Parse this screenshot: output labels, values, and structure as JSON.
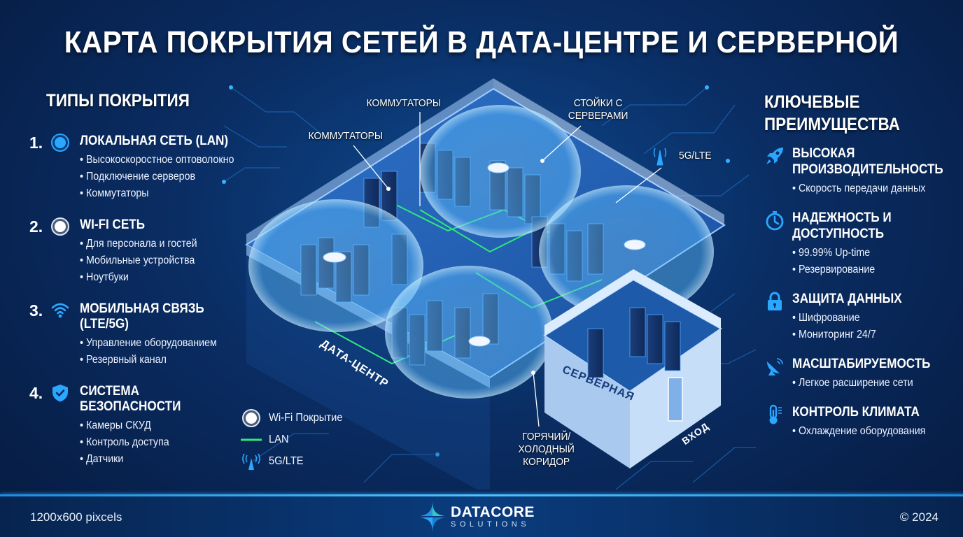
{
  "title": "КАРТА ПОКРЫТИЯ СЕТЕЙ В ДАТА-ЦЕНТРЕ И СЕРВЕРНОЙ",
  "coverage_types": {
    "heading": "ТИПЫ ПОКРЫТИЯ",
    "items": [
      {
        "number": "1.",
        "icon": "lan-dot-icon",
        "title": "ЛОКАЛЬНАЯ СЕТЬ (LAN)",
        "bullets": [
          "Высокоскоростное оптоволокно",
          "Подключение серверов",
          "Коммутаторы"
        ]
      },
      {
        "number": "2.",
        "icon": "wifi-dot-icon",
        "title": "WI-FI СЕТЬ",
        "bullets": [
          "Для персонала и гостей",
          "Мобильные устройства",
          "Ноутбуки"
        ]
      },
      {
        "number": "3.",
        "icon": "wifi-signal-icon",
        "title_line1": "МОБИЛЬНАЯ СВЯЗЬ",
        "title_line2": "(LTE/5G)",
        "bullets": [
          "Управление оборудованием",
          "Резервный канал"
        ]
      },
      {
        "number": "4.",
        "icon": "shield-check-icon",
        "title_line1": "СИСТЕМА",
        "title_line2": "БЕЗОПАСНОСТИ",
        "bullets": [
          "Камеры СКУД",
          "Контроль доступа",
          "Датчики"
        ]
      }
    ]
  },
  "advantages": {
    "heading_line1": "КЛЮЧЕВЫЕ",
    "heading_line2": "ПРЕИМУЩЕСТВА",
    "items": [
      {
        "icon": "rocket-icon",
        "title_line1": "ВЫСОКАЯ",
        "title_line2": "ПРОИЗВОДИТЕЛЬНОСТЬ",
        "bullets": [
          "Скорость передачи данных"
        ]
      },
      {
        "icon": "stopwatch-icon",
        "title_line1": "НАДЕЖНОСТЬ И",
        "title_line2": "ДОСТУПНОСТЬ",
        "bullets": [
          "99.99% Up-time",
          "Резервирование"
        ]
      },
      {
        "icon": "lock-icon",
        "title": "ЗАЩИТА ДАННЫХ",
        "bullets": [
          "Шифрование",
          "Мониторинг 24/7"
        ]
      },
      {
        "icon": "satellite-dish-icon",
        "title": "МАСШТАБИРУЕМОСТЬ",
        "bullets": [
          "Легкое расширение сети"
        ]
      },
      {
        "icon": "thermometer-icon",
        "title": "КОНТРОЛЬ КЛИМАТА",
        "bullets": [
          "Охлаждение оборудования"
        ]
      }
    ]
  },
  "map": {
    "labels": {
      "switches_top": "КОММУТАТОРЫ",
      "switches_left": "КОММУТАТОРЫ",
      "server_racks_line1": "СТОЙКИ С",
      "server_racks_line2": "СЕРВЕРАМИ",
      "lte": "5G/LTE",
      "datacenter": "ДАТА-ЦЕНТР",
      "server_room": "СЕРВЕРНАЯ",
      "entrance": "ВХОД",
      "corridor_line1": "ГОРЯЧИЙ/",
      "corridor_line2": "ХОЛОДНЫЙ",
      "corridor_line3": "КОРИДОР"
    },
    "legend": [
      {
        "symbol": "wifi-coverage",
        "label": "Wi-Fi Покрытие"
      },
      {
        "symbol": "lan-line",
        "label": "LAN"
      },
      {
        "symbol": "antenna",
        "label": "5G/LTE"
      }
    ]
  },
  "footer": {
    "left": "1200x600 pixcels",
    "logo_main": "DATACORE",
    "logo_sub": "SOLUTIONS",
    "right": "© 2024"
  },
  "colors": {
    "background": "#0a2d63",
    "accent_blue": "#2aa7ff",
    "lan_green": "#2ee87a",
    "coverage": "#7fd3ff",
    "text": "#ffffff"
  }
}
